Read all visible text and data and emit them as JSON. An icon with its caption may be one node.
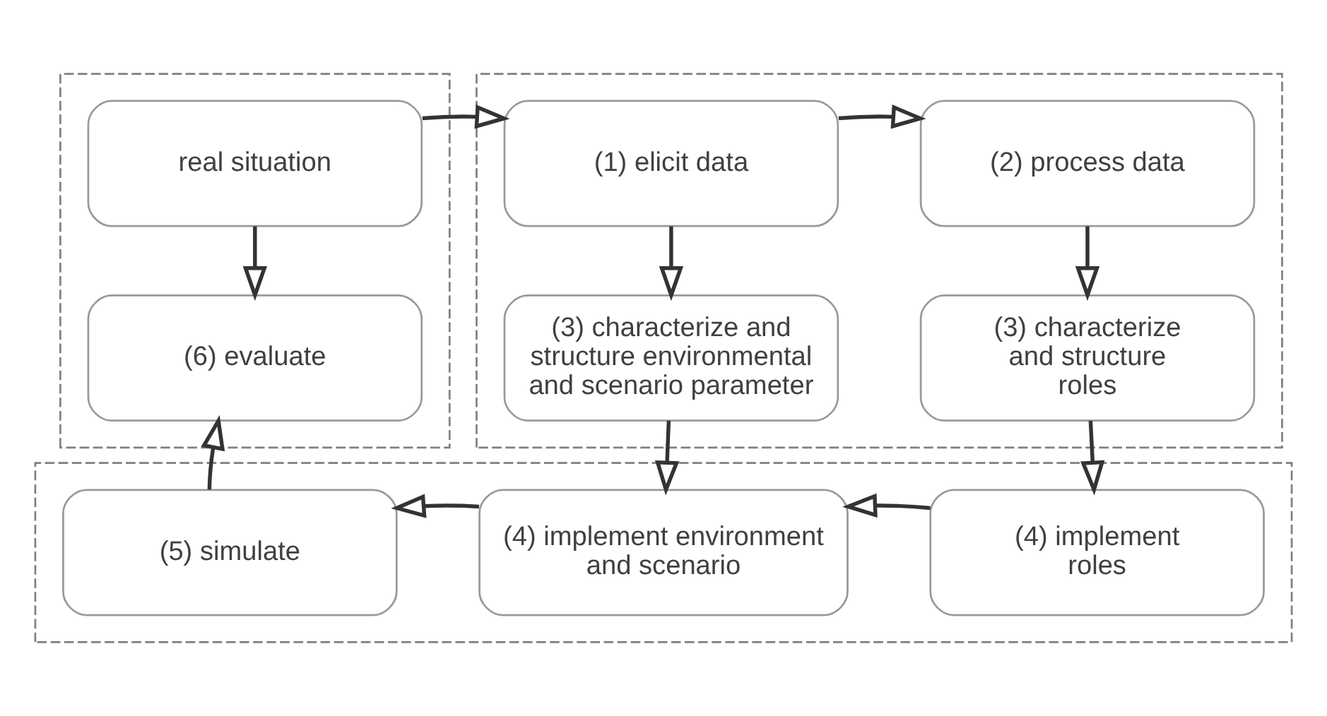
{
  "diagram": {
    "nodes": [
      {
        "text": [],
        "shape": "box"
      },
      {
        "text": [
          "real situation"
        ],
        "in": 0
      },
      {
        "text": [
          "(6) evaluate"
        ],
        "in": 0
      },
      {
        "text": [],
        "shape": "box"
      },
      {
        "text": [
          "(1) elicit data"
        ],
        "in": 3
      },
      {
        "text": [
          "(2) process data"
        ],
        "in": 3
      },
      {
        "text": [
          "(3) characterize and structure environmental and scenario parameter"
        ],
        "in": 3
      },
      {
        "text": [
          "(3) characterize and structure roles"
        ],
        "in": 3
      },
      {
        "text": [],
        "shape": "box"
      },
      {
        "text": [
          "(5) simulate"
        ],
        "in": 8
      },
      {
        "text": [
          "(4) implement environment and scenario"
        ],
        "in": 8
      },
      {
        "text": [
          "(4) implement roles"
        ],
        "in": 8
      }
    ],
    "edges": [
      {
        "from": 1,
        "to": 2,
        "arrow": "to"
      },
      {
        "from": 1,
        "to": 4,
        "arrow": "to"
      },
      {
        "from": 4,
        "to": 5,
        "arrow": "to"
      },
      {
        "from": 4,
        "to": 6,
        "arrow": "to"
      },
      {
        "from": 5,
        "to": 7,
        "arrow": "to"
      },
      {
        "from": 6,
        "to": 10,
        "arrow": "to"
      },
      {
        "from": 7,
        "to": 11,
        "arrow": "to"
      },
      {
        "from": 11,
        "to": 10,
        "arrow": "to"
      },
      {
        "from": 10,
        "to": 9,
        "arrow": "to"
      },
      {
        "from": 9,
        "to": 2,
        "arrow": "to"
      }
    ]
  }
}
